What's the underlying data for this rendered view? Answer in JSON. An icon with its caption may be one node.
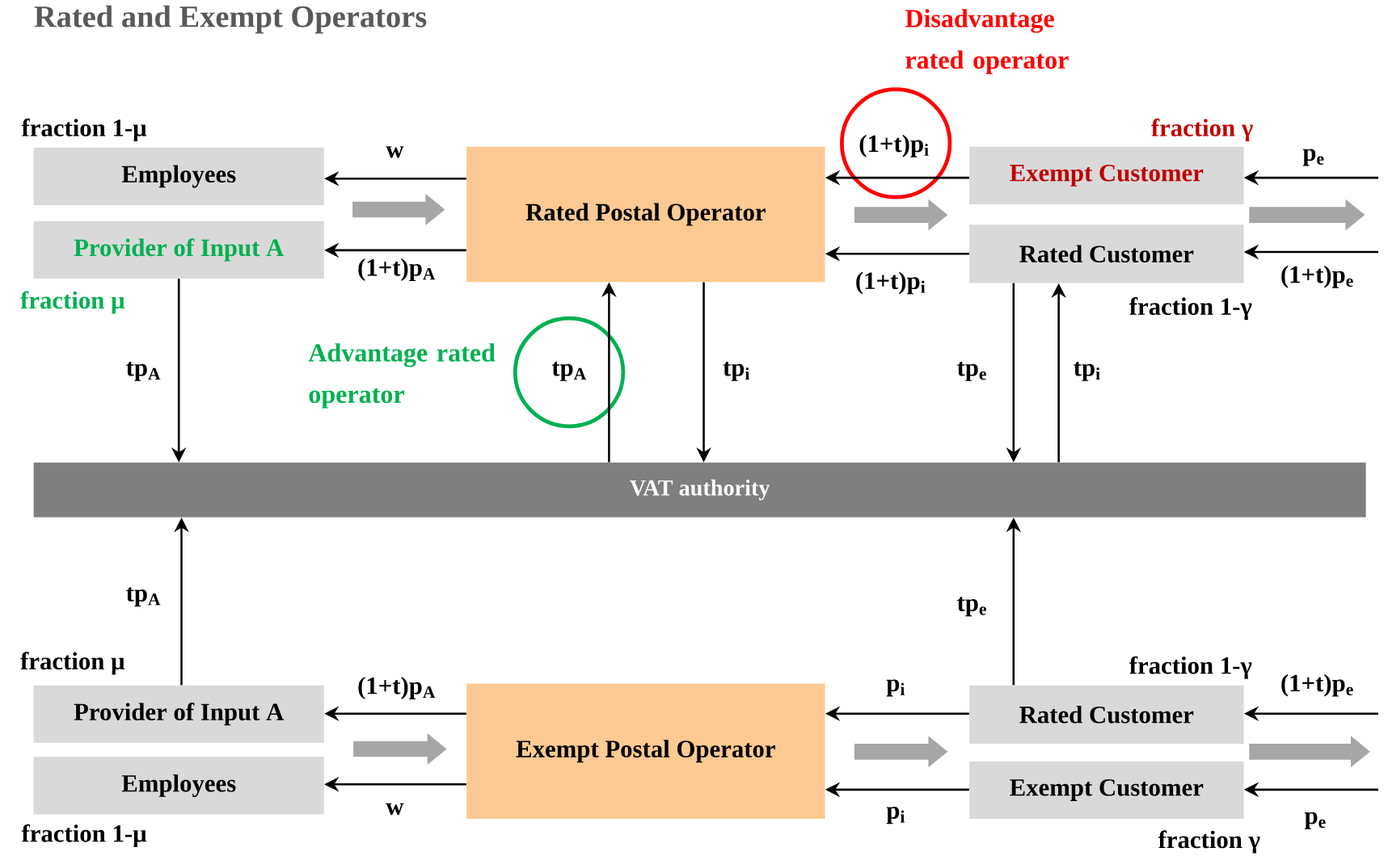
{
  "diagram": {
    "title": "Rated and Exempt Operators",
    "nodes": [
      {
        "text": [
          "Employees"
        ],
        "beside": [
          "fraction 1-μ"
        ]
      },
      {
        "text": [
          "Provider of Input A"
        ],
        "beside": [
          "fraction μ"
        ]
      },
      {
        "text": [
          "Rated Postal Operator"
        ]
      },
      {
        "text": [
          "Exempt Customer"
        ],
        "beside": [
          "fraction γ"
        ]
      },
      {
        "text": [
          "Rated Customer"
        ],
        "beside": [
          "fraction 1-γ"
        ]
      },
      {
        "text": [
          "VAT authority"
        ]
      },
      {
        "text": [
          "Provider of Input A"
        ],
        "beside": [
          "fraction μ"
        ]
      },
      {
        "text": [
          "Employees"
        ],
        "beside": [
          "fraction 1-μ"
        ]
      },
      {
        "text": [
          "Exempt Postal Operator"
        ]
      },
      {
        "text": [
          "Rated Customer"
        ],
        "beside": [
          "fraction 1-γ"
        ]
      },
      {
        "text": [
          "Exempt Customer"
        ],
        "beside": [
          "fraction γ"
        ]
      }
    ],
    "edges": [
      {
        "from": 2,
        "to": 0,
        "arrow": "to",
        "label": "w"
      },
      {
        "from": 2,
        "to": 1,
        "arrow": "to",
        "label": "(1+t)p$_{A}$"
      },
      {
        "from": 3,
        "to": 2,
        "arrow": "to",
        "label": "(1+t)p$_{i}$"
      },
      {
        "from": 4,
        "to": 2,
        "arrow": "to",
        "label": "(1+t)p$_{i}$"
      },
      {
        "from": null,
        "to": 3,
        "arrow": "to",
        "label": "p$_{e}$"
      },
      {
        "from": null,
        "to": 4,
        "arrow": "to",
        "label": "(1+t)p$_{e}$"
      },
      {
        "from": 1,
        "to": 5,
        "arrow": "to",
        "label": "tp$_{A}$"
      },
      {
        "from": 5,
        "to": 2,
        "arrow": "to",
        "label": "tp$_{A}$"
      },
      {
        "from": 2,
        "to": 5,
        "arrow": "to",
        "label": "tp$_{i}$"
      },
      {
        "from": 4,
        "to": 5,
        "arrow": "to",
        "label": "tp$_{e}$"
      },
      {
        "from": 5,
        "to": 4,
        "arrow": "to",
        "label": "tp$_{i}$"
      },
      {
        "from": 6,
        "to": 5,
        "arrow": "to",
        "label": "tp$_{A}$"
      },
      {
        "from": 9,
        "to": 5,
        "arrow": "to",
        "label": "tp$_{e}$"
      },
      {
        "from": 8,
        "to": 6,
        "arrow": "to",
        "label": "(1+t)p$_{A}$"
      },
      {
        "from": 8,
        "to": 7,
        "arrow": "to",
        "label": "w"
      },
      {
        "from": 9,
        "to": 8,
        "arrow": "to",
        "label": "p$_{i}$"
      },
      {
        "from": 10,
        "to": 8,
        "arrow": "to",
        "label": "p$_{i}$"
      },
      {
        "from": null,
        "to": 9,
        "arrow": "to",
        "label": "(1+t)p$_{e}$"
      },
      {
        "from": null,
        "to": 10,
        "arrow": "to",
        "label": "p$_{e}$"
      },
      {
        "from": 0,
        "to": 2,
        "arrow": "to",
        "style": "thick",
        "color": "#a6a6a6"
      },
      {
        "from": 2,
        "to": 4,
        "arrow": "to",
        "style": "thick",
        "color": "#a6a6a6"
      },
      {
        "from": 4,
        "to": null,
        "arrow": "to",
        "style": "thick",
        "color": "#a6a6a6"
      },
      {
        "from": 6,
        "to": 8,
        "arrow": "to",
        "style": "thick",
        "color": "#a6a6a6"
      },
      {
        "from": 8,
        "to": 9,
        "arrow": "to",
        "style": "thick",
        "color": "#a6a6a6"
      },
      {
        "from": 9,
        "to": null,
        "arrow": "to",
        "style": "thick",
        "color": "#a6a6a6"
      }
    ],
    "labels": [
      "Disadvantage rated operator",
      "Advantage rated operator"
    ]
  }
}
